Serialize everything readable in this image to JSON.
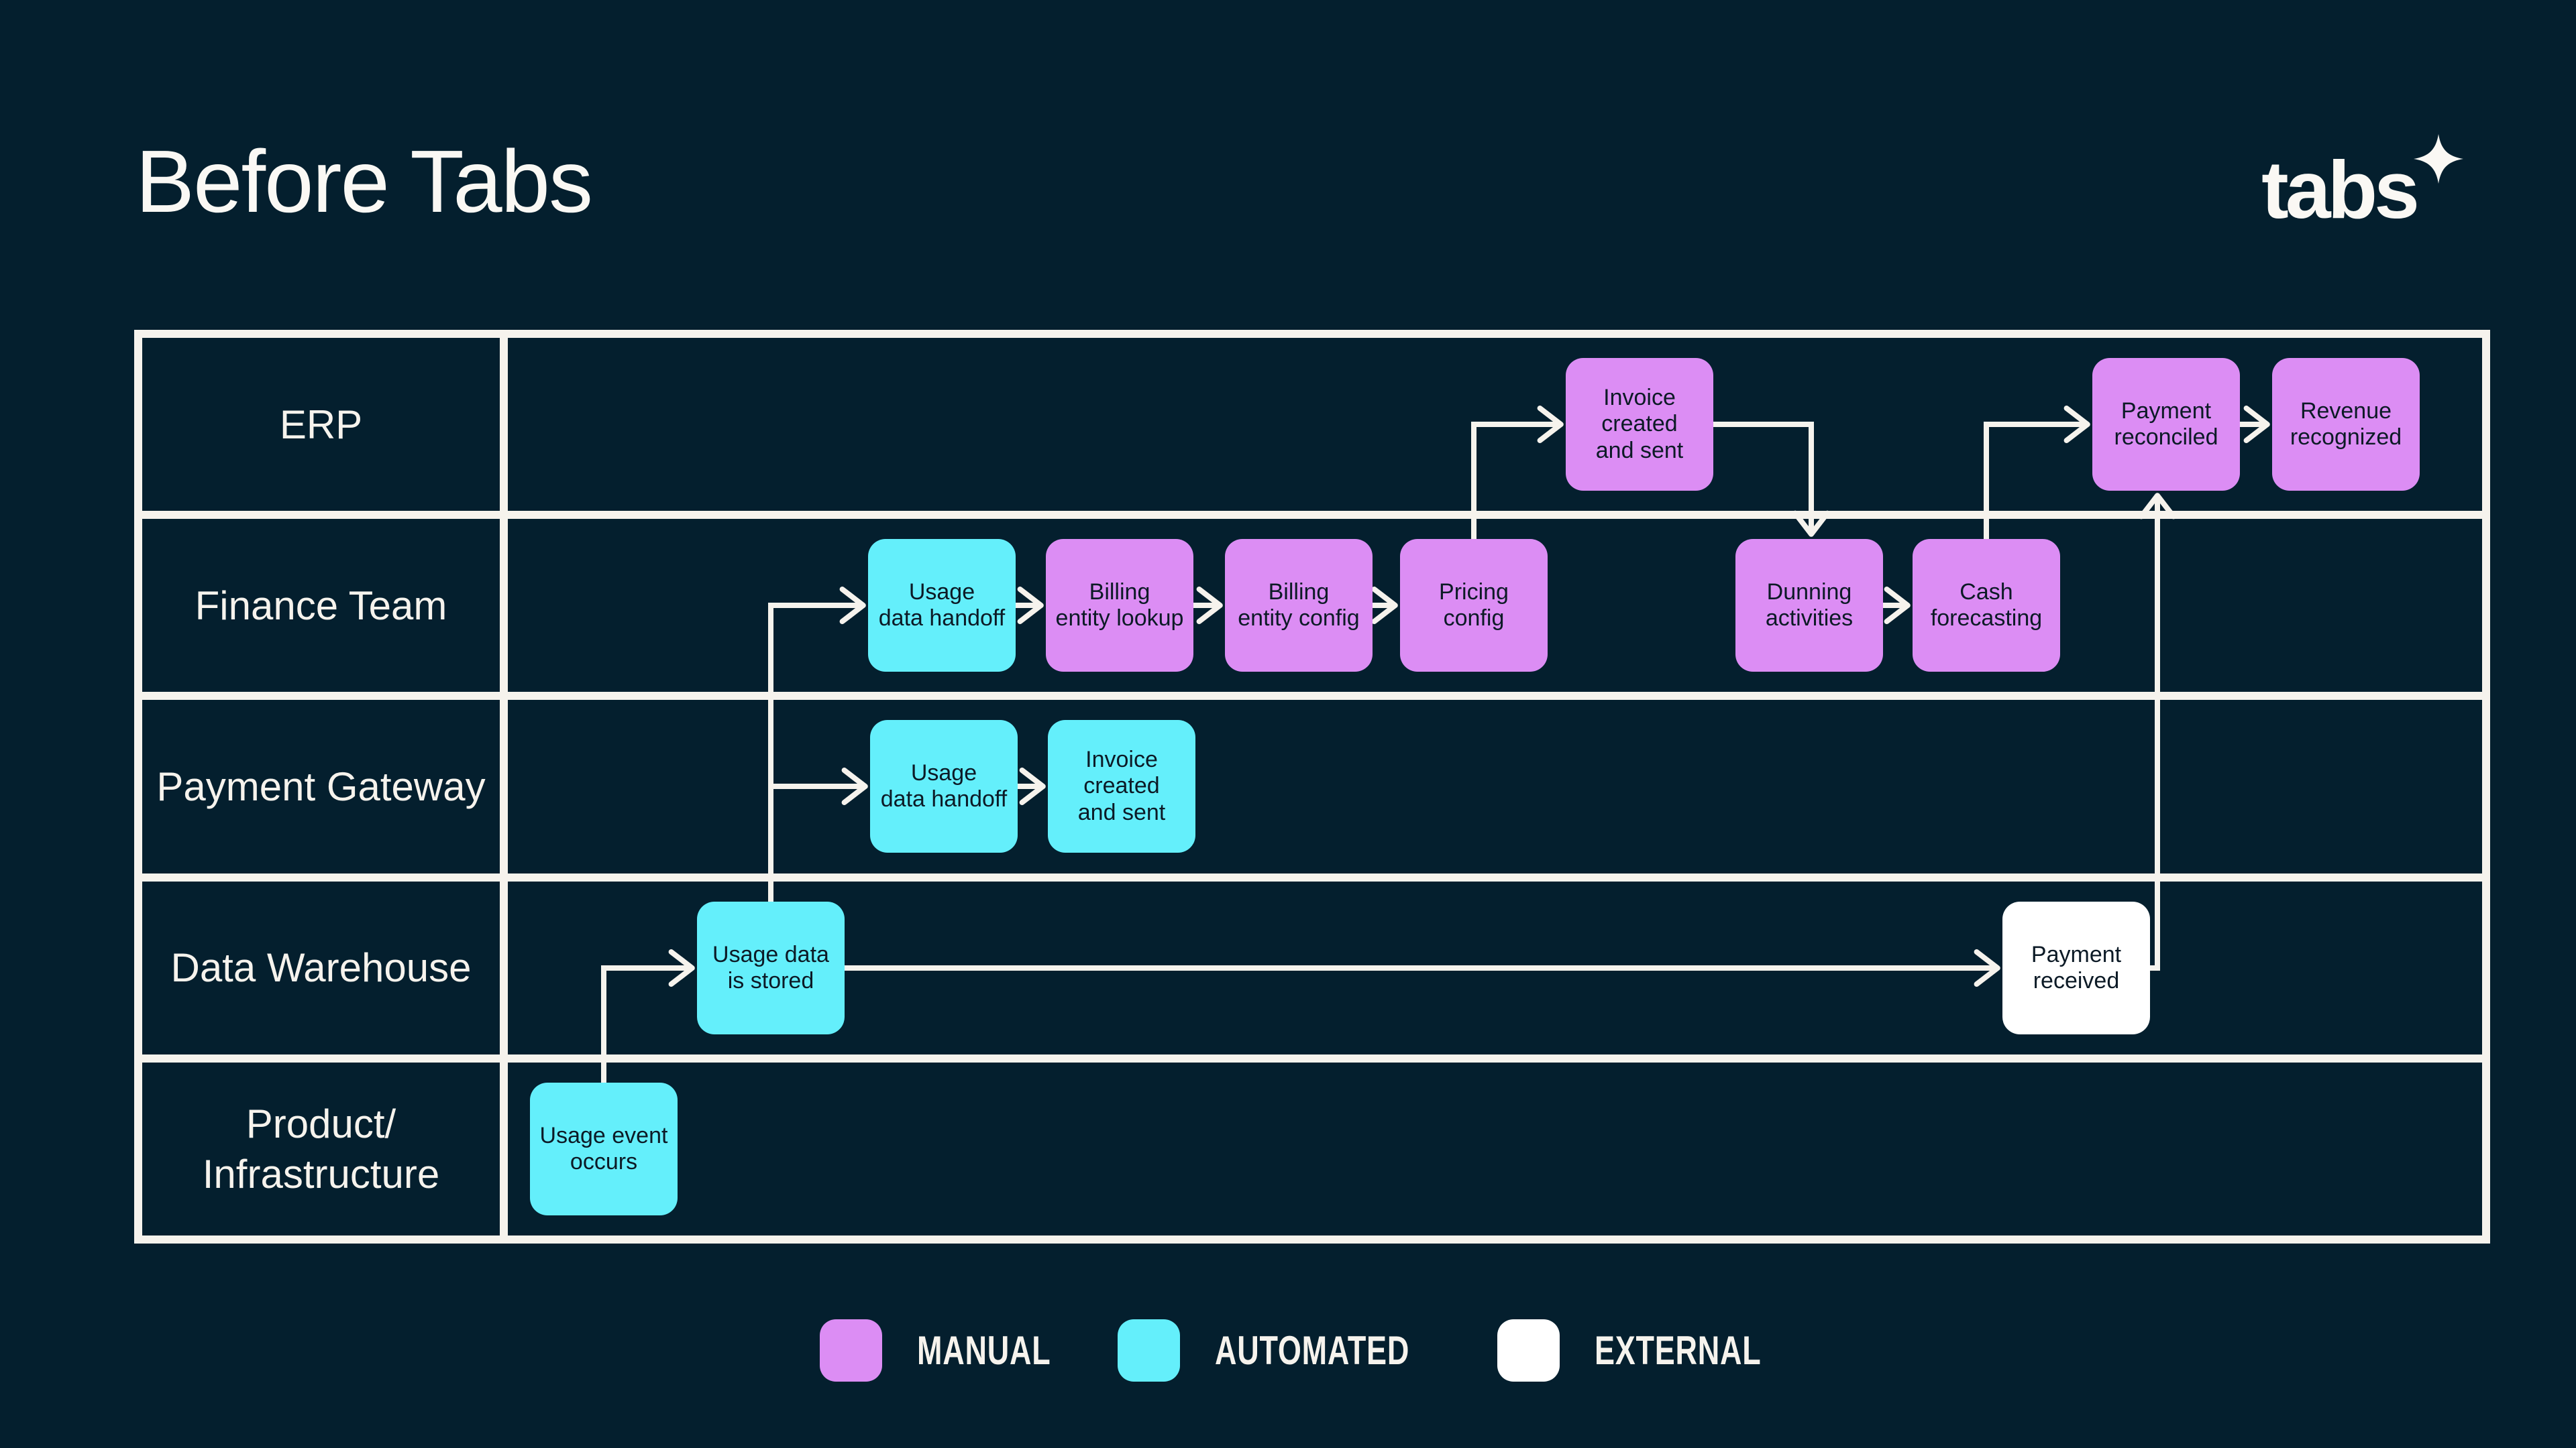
{
  "title": "Before Tabs",
  "logo": {
    "text": "tabs",
    "icon": "four-point-sparkle-icon"
  },
  "colors": {
    "background": "#041F2E",
    "lane_chrome": "#F6F3ED",
    "connector": "#F6F3ED",
    "manual": "#DC8DF4",
    "automated": "#64EFFB",
    "external": "#FFFFFF",
    "node_text": "#0C1A26",
    "heading_text": "#FAF8F4"
  },
  "lanes": [
    {
      "label": "ERP"
    },
    {
      "label": "Finance Team"
    },
    {
      "label": "Payment Gateway"
    },
    {
      "label": "Data Warehouse"
    },
    {
      "label": "Product/\nInfrastructure"
    }
  ],
  "nodes": [
    {
      "id": "erp-invoice-created",
      "lane": "ERP",
      "type": "manual",
      "label": "Invoice\ncreated\nand sent"
    },
    {
      "id": "erp-payment-reconciled",
      "lane": "ERP",
      "type": "manual",
      "label": "Payment\nreconciled"
    },
    {
      "id": "erp-revenue-recognized",
      "lane": "ERP",
      "type": "manual",
      "label": "Revenue\nrecognized"
    },
    {
      "id": "fin-usage-data-handoff",
      "lane": "Finance Team",
      "type": "automated",
      "label": "Usage\ndata handoff"
    },
    {
      "id": "fin-billing-entity-lookup",
      "lane": "Finance Team",
      "type": "manual",
      "label": "Billing\nentity lookup"
    },
    {
      "id": "fin-billing-entity-config",
      "lane": "Finance Team",
      "type": "manual",
      "label": "Billing\nentity config"
    },
    {
      "id": "fin-pricing-config",
      "lane": "Finance Team",
      "type": "manual",
      "label": "Pricing\nconfig"
    },
    {
      "id": "fin-dunning-activities",
      "lane": "Finance Team",
      "type": "manual",
      "label": "Dunning\nactivities"
    },
    {
      "id": "fin-cash-forecasting",
      "lane": "Finance Team",
      "type": "manual",
      "label": "Cash\nforecasting"
    },
    {
      "id": "pg-usage-data-handoff",
      "lane": "Payment Gateway",
      "type": "automated",
      "label": "Usage\ndata handoff"
    },
    {
      "id": "pg-invoice-created",
      "lane": "Payment Gateway",
      "type": "automated",
      "label": "Invoice\ncreated\nand sent"
    },
    {
      "id": "dw-usage-data-stored",
      "lane": "Data Warehouse",
      "type": "automated",
      "label": "Usage data\nis stored"
    },
    {
      "id": "dw-payment-received",
      "lane": "Data Warehouse",
      "type": "external",
      "label": "Payment\nreceived"
    },
    {
      "id": "prod-usage-event-occurs",
      "lane": "Product/Infrastructure",
      "type": "automated",
      "label": "Usage event\noccurs"
    }
  ],
  "legend": [
    {
      "label": "MANUAL",
      "type": "manual"
    },
    {
      "label": "AUTOMATED",
      "type": "automated"
    },
    {
      "label": "EXTERNAL",
      "type": "external"
    }
  ]
}
